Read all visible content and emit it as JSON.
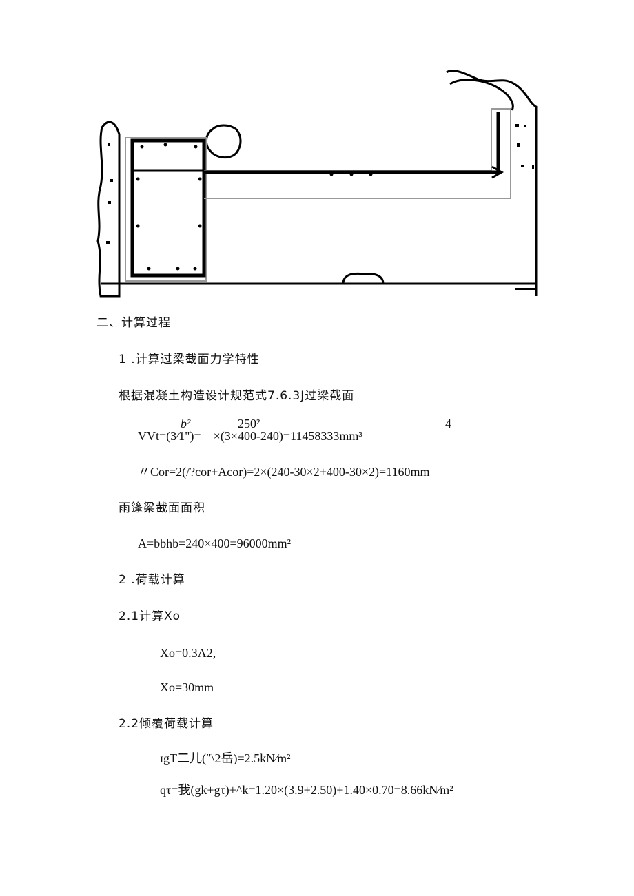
{
  "section_heading": "二、计算过程",
  "item1": {
    "title": "1 .计算过梁截面力学特性",
    "intro": "根据混凝土构造设计规范式7.6.3J过梁截面",
    "wt_top": {
      "b2": "b²",
      "val": "250²",
      "four": "4"
    },
    "wt_formula": "VVt=(3⁄1\")=—×(3×400-240)=11458333mm³",
    "ucor_formula": "〃Cor=2(/?cor+Acor)=2×(240-30×2+400-30×2)=1160mm",
    "area_label": "雨篷梁截面面积",
    "area_formula": "A=bbhb=240×400=96000mm²"
  },
  "item2": {
    "title": "2 .荷载计算",
    "sub1_title": "2.1计算Xo",
    "sub1_line1": "Xo=0.3Λ2,",
    "sub1_line2": "Xo=30mm",
    "sub2_title": "2.2倾覆荷载计算",
    "sub2_line1": "ɪgT二儿(″\\2岳)=2.5kN∕m²",
    "sub2_line2": "qτ=我(gk+gτ)+^k=1.20×(3.9+2.50)+1.40×0.70=8.66kN∕m²"
  }
}
